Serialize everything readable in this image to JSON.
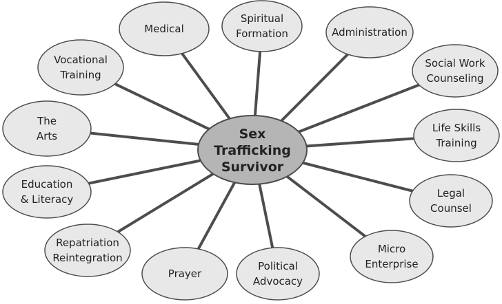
{
  "colors": {
    "node_fill": "#e8e8e8",
    "center_fill": "#b5b5b5",
    "stroke": "#4d4d4d"
  },
  "center": {
    "lines": [
      "Sex",
      "Trafficking",
      "Survivor"
    ]
  },
  "nodes": [
    {
      "id": "medical",
      "lines": [
        "Medical"
      ]
    },
    {
      "id": "spiritual-formation",
      "lines": [
        "Spiritual",
        "Formation"
      ]
    },
    {
      "id": "administration",
      "lines": [
        "Administration"
      ]
    },
    {
      "id": "social-work-counseling",
      "lines": [
        "Social Work",
        "Counseling"
      ]
    },
    {
      "id": "life-skills-training",
      "lines": [
        "Life Skills",
        "Training"
      ]
    },
    {
      "id": "legal-counsel",
      "lines": [
        "Legal",
        "Counsel"
      ]
    },
    {
      "id": "micro-enterprise",
      "lines": [
        "Micro",
        "Enterprise"
      ]
    },
    {
      "id": "political-advocacy",
      "lines": [
        "Political",
        "Advocacy"
      ]
    },
    {
      "id": "prayer",
      "lines": [
        "Prayer"
      ]
    },
    {
      "id": "repatriation-reintegration",
      "lines": [
        "Repatriation",
        "Reintegration"
      ]
    },
    {
      "id": "education-literacy",
      "lines": [
        "Education",
        "& Literacy"
      ]
    },
    {
      "id": "the-arts",
      "lines": [
        "The",
        "Arts"
      ]
    },
    {
      "id": "vocational-training",
      "lines": [
        "Vocational",
        "Training"
      ]
    }
  ]
}
